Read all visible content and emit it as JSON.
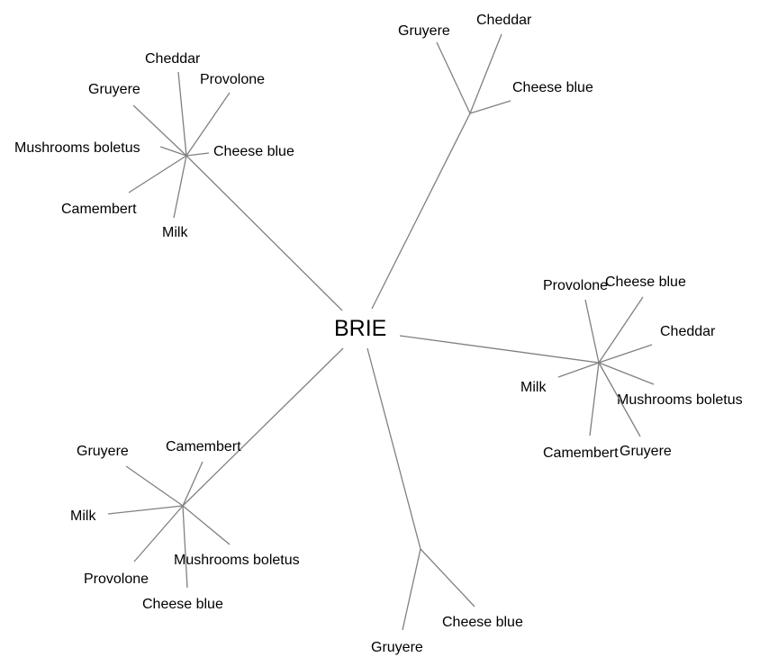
{
  "root": "BRIE",
  "branches": [
    {
      "leaves": [
        "Cheddar",
        "Provolone",
        "Gruyere",
        "Mushrooms boletus",
        "Cheese blue",
        "Camembert",
        "Milk"
      ]
    },
    {
      "leaves": [
        "Gruyere",
        "Cheddar",
        "Cheese blue"
      ]
    },
    {
      "leaves": [
        "Provolone",
        "Cheese blue",
        "Cheddar",
        "Milk",
        "Mushrooms boletus",
        "Camembert",
        "Gruyere"
      ]
    },
    {
      "leaves": [
        "Gruyere",
        "Camembert",
        "Milk",
        "Mushrooms boletus",
        "Provolone",
        "Cheese blue"
      ]
    },
    {
      "leaves": [
        "Gruyere",
        "Cheese blue"
      ]
    }
  ],
  "colors": {
    "edge": "#808080",
    "text": "#000000"
  }
}
